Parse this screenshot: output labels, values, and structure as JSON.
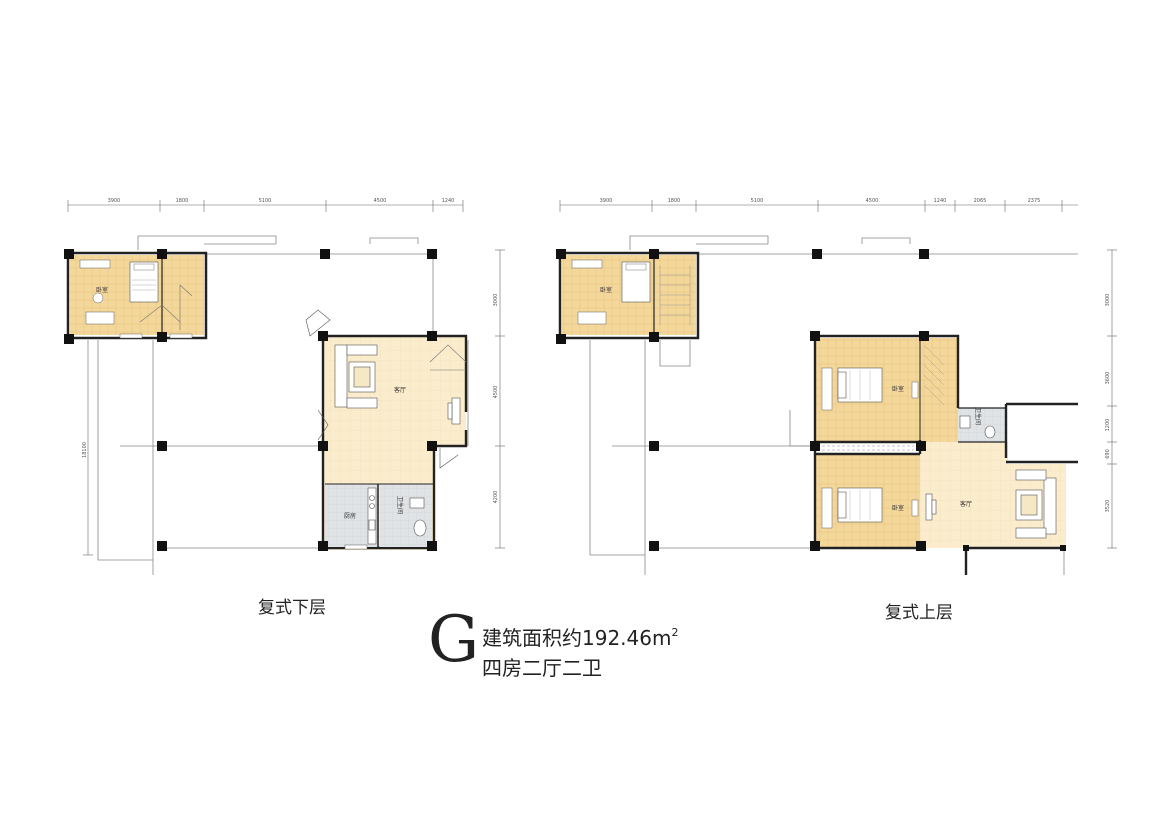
{
  "caption_lower": "复式下层",
  "caption_upper": "复式上层",
  "unit_type": "G",
  "area_label": "建筑面积约192.46m",
  "area_superscript": "2",
  "layout": "四房二厅二卫",
  "lower_dims_top": [
    "3900",
    "1800",
    "5100",
    "4500",
    "1240"
  ],
  "lower_dims_right": [
    "3000",
    "4500",
    "4200"
  ],
  "lower_dim_left": "18100",
  "upper_dims_top": [
    "3900",
    "1800",
    "5100",
    "4500",
    "1240",
    "2065",
    "2375"
  ],
  "upper_dims_right": [
    "3000",
    "3600",
    "1200",
    "690",
    "3520"
  ],
  "rooms": {
    "lower_bedroom": "卧室",
    "lower_living": "客厅",
    "lower_kitchen": "厨房",
    "lower_bath": "卫生间",
    "upper_bedroom_left": "卧室",
    "upper_bedroom_1": "卧室",
    "upper_bedroom_2": "卧室",
    "upper_bath": "卫生间",
    "upper_living": "客厅"
  },
  "colors": {
    "floor": "#f4d79a",
    "floor_light": "#faeccc",
    "tile": "#dfe3e6",
    "wall": "#111111",
    "line": "#999999"
  }
}
